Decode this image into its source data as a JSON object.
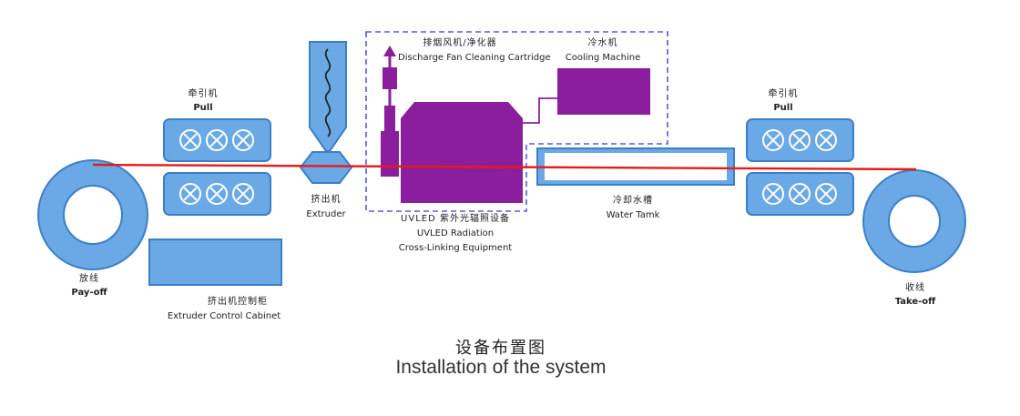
{
  "title": {
    "zh": "设备布置图",
    "en": "Installation of the system"
  },
  "labels": {
    "pull_left_zh": "牵引机",
    "pull_left_en": "Pull",
    "pull_right_zh": "牵引机",
    "pull_right_en": "Pull",
    "payoff_zh": "放线",
    "payoff_en": "Pay-off",
    "takeoff_zh": "收线",
    "takeoff_en": "Take-off",
    "cabinet_zh": "挤出机控制柜",
    "cabinet_en": "Extruder Control Cabinet",
    "extruder_zh": "挤出机",
    "extruder_en": "Extruder",
    "fan_zh": "排烟风机/净化器",
    "fan_en": "Discharge Fan Cleaning Cartridge",
    "cooling_zh": "冷水机",
    "cooling_en": "Cooling Machine",
    "uvled_zh": "UVLED 紫外光辐照设备",
    "uvled_en1": "UVLED Radiation",
    "uvled_en2": "Cross-Linking Equipment",
    "water_zh": "冷却水槽",
    "water_en": "Water Tamk"
  },
  "colors": {
    "blue_fill": "#6aa9e6",
    "blue_stroke": "#3d7fc4",
    "purple": "#8a1e9c",
    "line_red": "#e61a1a",
    "dashed_border": "#5a5ad6"
  }
}
